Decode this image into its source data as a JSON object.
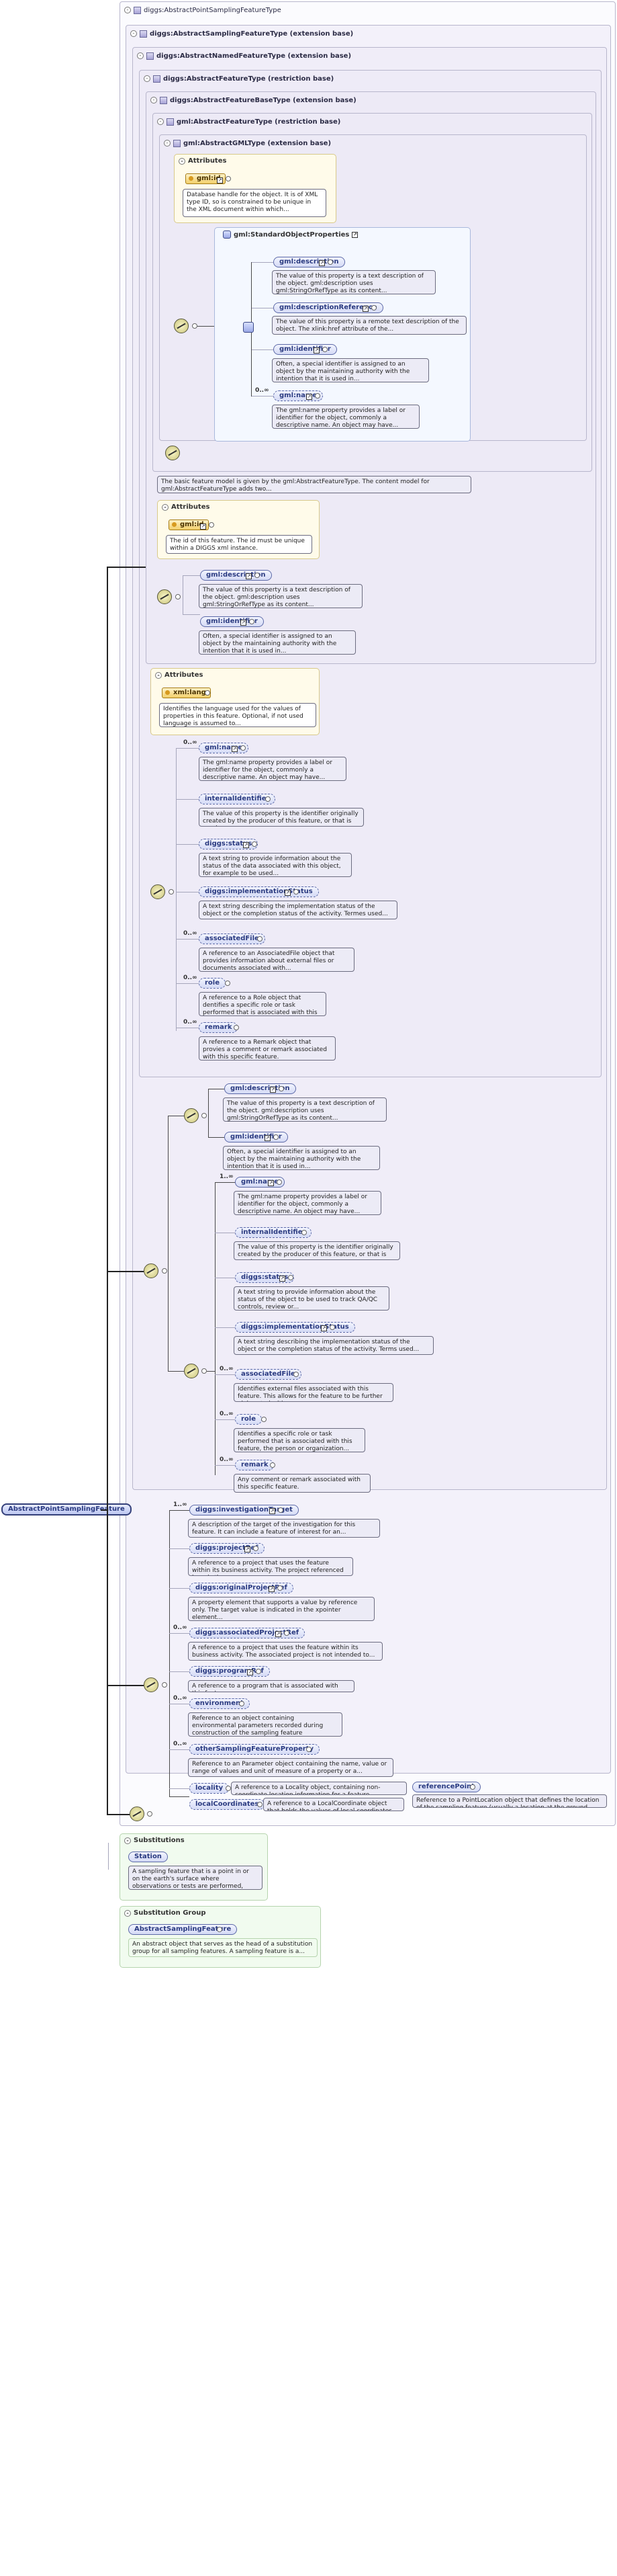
{
  "types": {
    "aps": "diggs:AbstractPointSamplingFeatureType",
    "asf": "diggs:AbstractSamplingFeatureType (extension base)",
    "anf": "diggs:AbstractNamedFeatureType (extension base)",
    "afr": "diggs:AbstractFeatureType (restriction base)",
    "afb": "diggs:AbstractFeatureBaseType (extension base)",
    "gaf": "gml:AbstractFeatureType (restriction base)",
    "gag": "gml:AbstractGMLType (extension base)"
  },
  "panels": {
    "attributes": "Attributes",
    "std_props": "gml:StandardObjectProperties",
    "substitutions": "Substitutions",
    "subst_group": "Substitution Group"
  },
  "gml_type": {
    "attr_id": "gml:id",
    "attr_id_doc": "Database handle for the object. It is of XML type ID, so is constrained to be unique in the XML document within which...",
    "elements": [
      {
        "name": "gml:description",
        "doc": "The value of this property is a text description of the object. gml:description uses gml:StringOrRefType as its content..."
      },
      {
        "name": "gml:descriptionReference",
        "doc": "The value of this property is a remote text description of the object. The xlink:href attribute of the..."
      },
      {
        "name": "gml:identifier",
        "doc": "Often, a special identifier is assigned to an object by the maintaining authority with the intention that it is used in..."
      },
      {
        "name": "gml:name",
        "doc": "The gml:name property provides a label or identifier for the object, commonly a descriptive name. An object may have...",
        "occ": "0..∞"
      }
    ]
  },
  "feature_base": {
    "doc": "The basic feature model is given by the gml:AbstractFeatureType. The content model for gml:AbstractFeatureType adds two...",
    "attr_id": "gml:id",
    "attr_id_doc": "The id of this feature. The id must be unique within a DIGGS xml instance.",
    "elements": [
      {
        "name": "gml:description",
        "doc": "The value of this property is a text description of the object. gml:description uses gml:StringOrRefType as its content..."
      },
      {
        "name": "gml:identifier",
        "doc": "Often, a special identifier is assigned to an object by the maintaining authority with the intention that it is used in..."
      }
    ]
  },
  "feature_type": {
    "attr_lang": "xml:lang",
    "attr_lang_doc": "Identifies the language used for the values of properties in this feature. Optional, if not used language is assumed to...",
    "elements": [
      {
        "name": "gml:name",
        "doc": "The gml:name property provides a label or identifier for the object, commonly a descriptive name. An object may have...",
        "occ": "0..∞"
      },
      {
        "name": "internalIdentifier",
        "doc": "The value of this property is the identifier originally created by the producer of this feature, or that is used as..."
      },
      {
        "name": "diggs:status",
        "doc": "A text string to provide information about the status of the data associated with this object, for example to be used..."
      },
      {
        "name": "diggs:implementationStatus",
        "doc": "A text string describing the implementation status of the object or the completion status of the activity. Termes used..."
      },
      {
        "name": "associatedFile",
        "doc": "A reference to an AssociatedFile object that provides information about external files or documents associated with...",
        "occ": "0..∞"
      },
      {
        "name": "role",
        "doc": "A reference to a Role object that dentifies a specific role or task performed that is associated with this specific...",
        "occ": "0..∞"
      },
      {
        "name": "remark",
        "doc": "A reference to a Remark object that provies a comment or remark associated with this specific feature.",
        "occ": "0..∞"
      }
    ]
  },
  "named_feature": {
    "group1": [
      {
        "name": "gml:description",
        "doc": "The value of this property is a text description of the object. gml:description uses gml:StringOrRefType as its content..."
      },
      {
        "name": "gml:identifier",
        "doc": "Often, a special identifier is assigned to an object by the maintaining authority with the intention that it is used in..."
      }
    ],
    "group2": [
      {
        "name": "gml:name",
        "doc": "The gml:name property provides a label or identifier for the object, commonly a descriptive name. An object may have...",
        "occ": "1..∞"
      },
      {
        "name": "internalIdentifier",
        "doc": "The value of this property is the identifier originally created by the producer of this feature, or that is used as..."
      },
      {
        "name": "diggs:status",
        "doc": "A text string to provide information about the status of the object to be used to track QA/QC controls, review or..."
      },
      {
        "name": "diggs:implementationStatus",
        "doc": "A text string describing the implementation status of the object or the completion status of the activity. Terms used..."
      },
      {
        "name": "associatedFile",
        "doc": "Identifies external files associated with this feature. This allows for the feature to be further elaborated with...",
        "occ": "0..∞"
      },
      {
        "name": "role",
        "doc": "Identifies a specific role or task performed that is associated with this feature, the person or organization...",
        "occ": "0..∞"
      },
      {
        "name": "remark",
        "doc": "Any comment or remark associated with this specific feature.",
        "occ": "0..∞"
      }
    ]
  },
  "sampling_feature": {
    "elements": [
      {
        "name": "diggs:investigationTarget",
        "doc": "A description of the target of the investigation for this feature. It can include a feature of interest for an...",
        "occ": "1..∞"
      },
      {
        "name": "diggs:projectRef",
        "doc": "A reference to a project that uses the feature within its business activity. The project referenced here is the..."
      },
      {
        "name": "diggs:originalProjectRef",
        "doc": "A property element that supports a value by reference only. The target value is indicated in the xpointer element..."
      },
      {
        "name": "diggs:associatedProjectRef",
        "doc": "A reference to a project that uses the feature within its business activity. The associated project is not intended to...",
        "occ": "0..∞"
      },
      {
        "name": "diggs:programRef",
        "doc": "A reference to a program that is associated with this feature."
      },
      {
        "name": "environment",
        "doc": "Reference to an object containing environmental parameters recorded during construction of the sampling feature",
        "occ": "0..∞"
      },
      {
        "name": "otherSamplingFeatureProperty",
        "doc": "Reference to an Parameter object containing the name, value or range of values and unit of measure of a property or a...",
        "occ": "0..∞"
      },
      {
        "name": "locality",
        "doc": "A reference to a Locality object, containing non-coordinate location information for a feature."
      },
      {
        "name": "referencePoint",
        "doc": "Reference to a PointLocation object that defines the location of the sampling feature (usually a location at the ground..."
      },
      {
        "name": "localCoordinates",
        "doc": "A reference to a LocalCoordinate object that holds the values of local coordinates for the reference point of the..."
      }
    ]
  },
  "root_element": "AbstractPointSamplingFeature",
  "substitutions": {
    "element": "Station",
    "doc": "A sampling feature that is a point in or on the earth's surface where observations or tests are performed, where..."
  },
  "substitution_group": {
    "element": "AbstractSamplingFeature",
    "doc": "An abstract object that serves as the head of a substitution group for all sampling features. A sampling feature is a..."
  }
}
